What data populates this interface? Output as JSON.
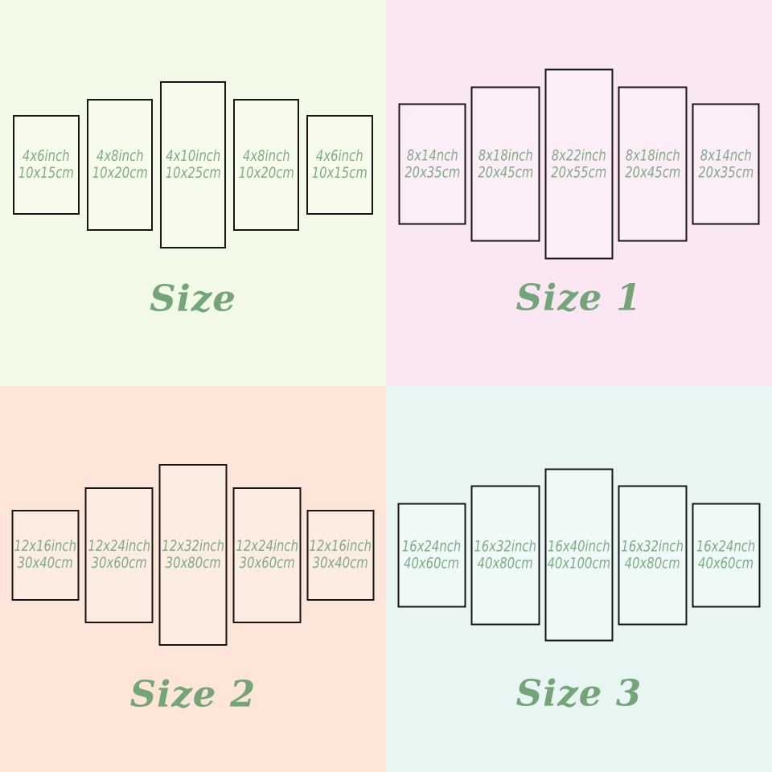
{
  "colors": {
    "title_green": "#73a578",
    "label_green": "#7dac83",
    "panel_border": "#161616"
  },
  "quadrants": [
    {
      "title": "Size",
      "background": "#f2f9e6",
      "panel_fill": "#f6fbec",
      "panels": [
        {
          "inch": "4x6inch",
          "cm": "10x15cm"
        },
        {
          "inch": "4x8inch",
          "cm": "10x20cm"
        },
        {
          "inch": "4x10inch",
          "cm": "10x25cm"
        },
        {
          "inch": "4x8inch",
          "cm": "10x20cm"
        },
        {
          "inch": "4x6inch",
          "cm": "10x15cm"
        }
      ]
    },
    {
      "title": "Size 1",
      "background": "#fbe7f3",
      "panel_fill": "#fdedf7",
      "panels": [
        {
          "inch": "8x14nch",
          "cm": "20x35cm"
        },
        {
          "inch": "8x18inch",
          "cm": "20x45cm"
        },
        {
          "inch": "8x22inch",
          "cm": "20x55cm"
        },
        {
          "inch": "8x18inch",
          "cm": "20x45cm"
        },
        {
          "inch": "8x14nch",
          "cm": "20x35cm"
        }
      ]
    },
    {
      "title": "Size 2",
      "background": "#fde5d9",
      "panel_fill": "#fdece1",
      "panels": [
        {
          "inch": "12x16inch",
          "cm": "30x40cm"
        },
        {
          "inch": "12x24inch",
          "cm": "30x60cm"
        },
        {
          "inch": "12x32inch",
          "cm": "30x80cm"
        },
        {
          "inch": "12x24inch",
          "cm": "30x60cm"
        },
        {
          "inch": "12x16inch",
          "cm": "30x40cm"
        }
      ]
    },
    {
      "title": "Size 3",
      "background": "#e8f5f3",
      "panel_fill": "#eff9f7",
      "panels": [
        {
          "inch": "16x24nch",
          "cm": "40x60cm"
        },
        {
          "inch": "16x32inch",
          "cm": "40x80cm"
        },
        {
          "inch": "16x40inch",
          "cm": "40x100cm"
        },
        {
          "inch": "16x32inch",
          "cm": "40x80cm"
        },
        {
          "inch": "16x24nch",
          "cm": "40x60cm"
        }
      ]
    }
  ]
}
